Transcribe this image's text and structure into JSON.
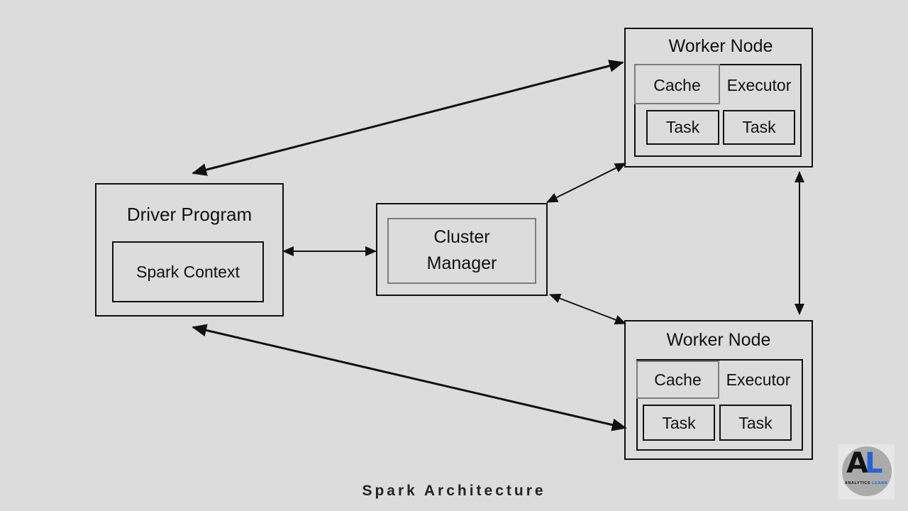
{
  "driver": {
    "title": "Driver Program",
    "context": "Spark Context"
  },
  "cluster_manager": {
    "line1": "Cluster",
    "line2": "Manager"
  },
  "worker_top": {
    "title": "Worker Node",
    "cache": "Cache",
    "executor": "Executor",
    "tasks": [
      "Task",
      "Task"
    ]
  },
  "worker_bottom": {
    "title": "Worker Node",
    "cache": "Cache",
    "executor": "Executor",
    "tasks": [
      "Task",
      "Task"
    ]
  },
  "caption": "Spark Architecture",
  "logo": {
    "letter_a": "A",
    "letter_l": "L",
    "text_1": "ANALYTICS",
    "text_2": "LEARN",
    "accent_color": "#2a62d6"
  },
  "colors": {
    "background": "#dcdcdc",
    "stroke": "#111111",
    "inner_border": "#7d7d7d"
  }
}
